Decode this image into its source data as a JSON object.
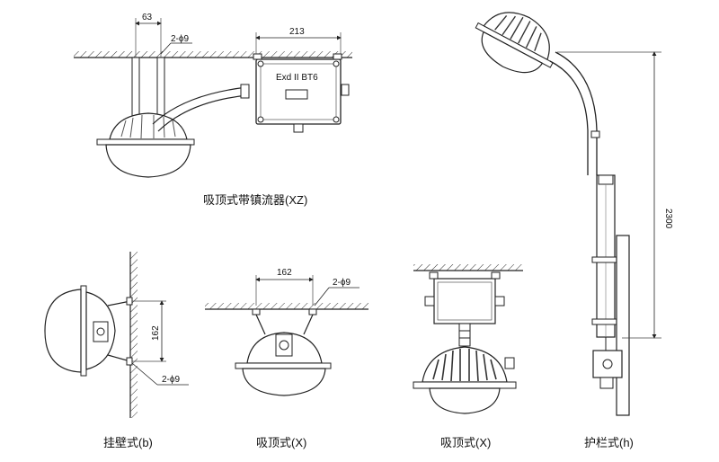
{
  "drawings": [
    {
      "caption": "吸顶式带镇流器(XZ)",
      "dimensions": [
        "63",
        "2-ϕ9",
        "213"
      ],
      "box_label": "Exd II BT6"
    },
    {
      "caption": "挂壁式(b)",
      "dimensions": [
        "162",
        "2-ϕ9"
      ]
    },
    {
      "caption": "吸顶式(X)",
      "dimensions": [
        "162",
        "2-ϕ9"
      ]
    },
    {
      "caption": "吸顶式(X)",
      "dimensions": []
    },
    {
      "caption": "护栏式(h)",
      "dimensions": [
        "2300"
      ]
    }
  ]
}
